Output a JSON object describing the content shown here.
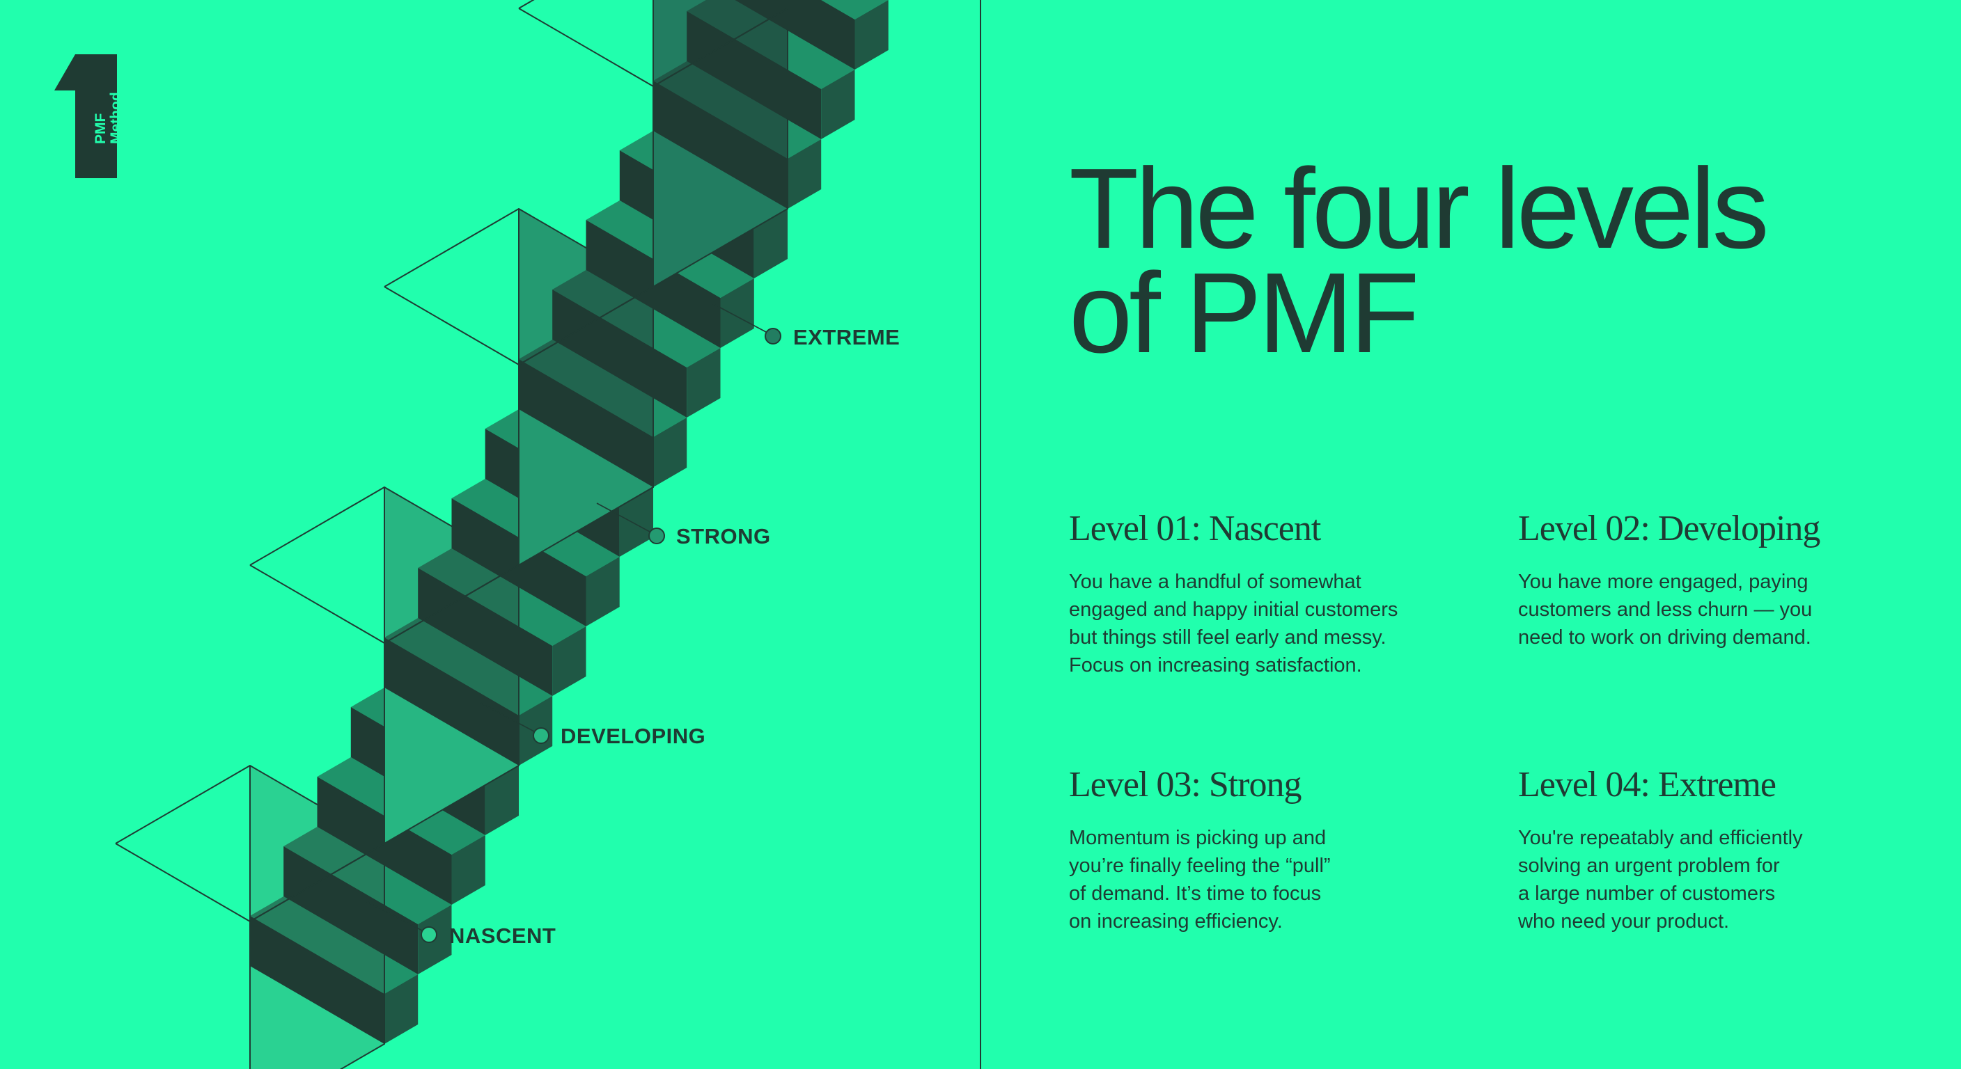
{
  "colors": {
    "background": "#21FFAD",
    "ink": "#1F3B33",
    "box_nascent": "#2AD292",
    "box_developing": "#27B682",
    "box_strong": "#249A71",
    "box_extreme": "#227D61",
    "step_dark": "#1F3B33"
  },
  "logo": {
    "numeral_icon": "numeral-one-icon",
    "line1": "PMF",
    "line2": "Method"
  },
  "diagram": {
    "labels": [
      "NASCENT",
      "DEVELOPING",
      "STRONG",
      "EXTREME"
    ]
  },
  "title": {
    "line1": "The four levels",
    "line2": "of PMF"
  },
  "levels": [
    {
      "heading": "Level 01: Nascent",
      "lines": [
        "You have a handful of somewhat",
        "engaged and happy initial customers",
        "but things still feel early and messy.",
        "Focus on increasing satisfaction."
      ]
    },
    {
      "heading": "Level 02: Developing",
      "lines": [
        "You have more engaged, paying",
        "customers and less churn — you",
        "need to work on driving demand."
      ]
    },
    {
      "heading": "Level 03: Strong",
      "lines": [
        "Momentum is picking up and",
        "you’re finally feeling the “pull”",
        "of demand. It’s time to focus",
        "on increasing efficiency."
      ]
    },
    {
      "heading": "Level 04: Extreme",
      "lines": [
        "You're repeatably and efficiently",
        "solving an urgent problem for",
        "a large number of customers",
        "who need your product."
      ]
    }
  ]
}
